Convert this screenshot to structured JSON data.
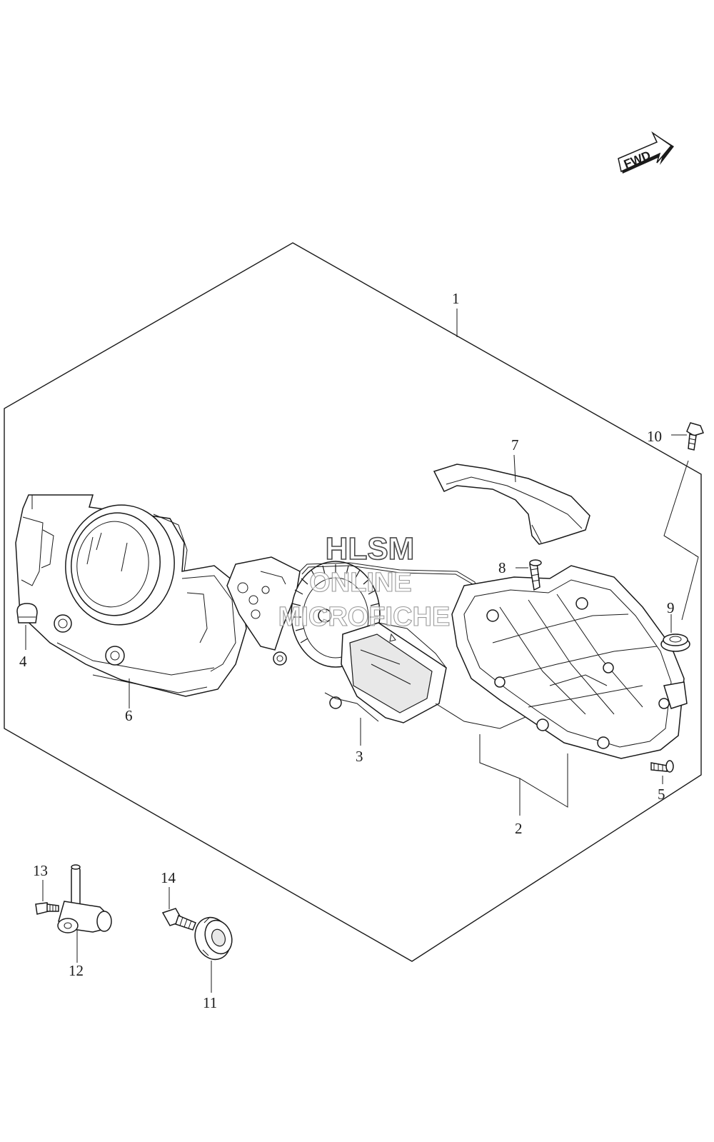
{
  "diagram": {
    "fwd_badge": "FWD",
    "watermark": {
      "line1": "HLSM",
      "line2": "ONLINE",
      "line3": "MICROFICHE"
    },
    "callouts": {
      "c1": "1",
      "c2": "2",
      "c3": "3",
      "c4": "4",
      "c5": "5",
      "c6": "6",
      "c7": "7",
      "c8": "8",
      "c9": "9",
      "c10": "10",
      "c11": "11",
      "c12": "12",
      "c13": "13",
      "c14": "14"
    }
  }
}
